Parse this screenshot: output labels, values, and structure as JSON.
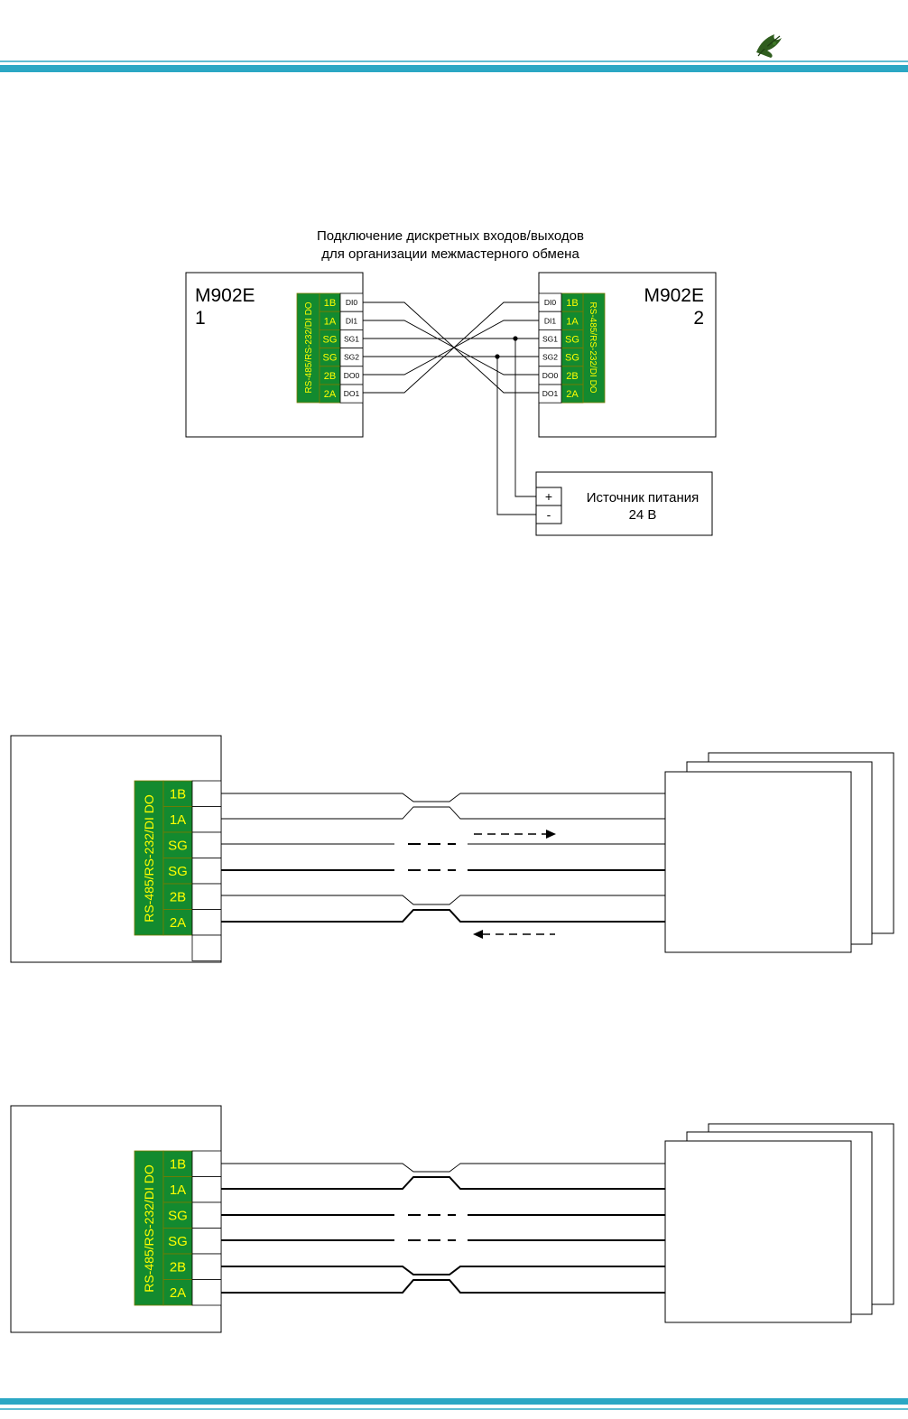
{
  "colors": {
    "header_rule": "#2ba7c4",
    "terminal_green": "#138a2f",
    "terminal_text": "#ffff00",
    "logo_green": "#2f5d1e"
  },
  "logo": {
    "icon": "oak-leaf-logo-icon"
  },
  "diagram1": {
    "title_line1": "Подключение дискретных входов/выходов",
    "title_line2": "для организации межмастерного обмена",
    "device1": {
      "name": "M902E",
      "number": "1"
    },
    "device2": {
      "name": "M902E",
      "number": "2"
    },
    "port_label": "RS-485/RS-232/DI DO",
    "terminals": [
      "1B",
      "1A",
      "SG",
      "SG",
      "2B",
      "2A"
    ],
    "signals": [
      "DI0",
      "DI1",
      "SG1",
      "SG2",
      "DO0",
      "DO1"
    ],
    "power_supply": {
      "plus": "+",
      "minus": "-",
      "line1": "Источник питания",
      "line2": "24 В"
    }
  },
  "diagram2": {
    "port_label": "RS-485/RS-232/DI DO",
    "terminals": [
      "1B",
      "1A",
      "SG",
      "SG",
      "2B",
      "2A"
    ]
  },
  "diagram3": {
    "port_label": "RS-485/RS-232/DI DO",
    "terminals": [
      "1B",
      "1A",
      "SG",
      "SG",
      "2B",
      "2A"
    ]
  }
}
